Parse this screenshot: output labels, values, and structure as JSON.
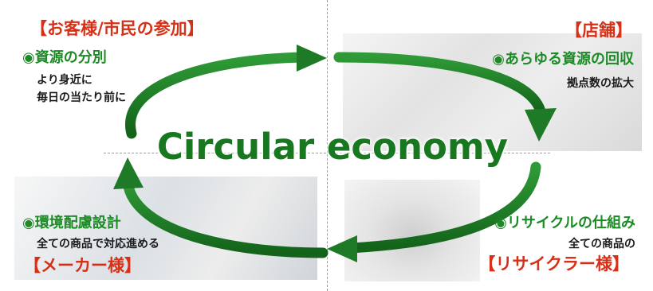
{
  "title": "Circular economy",
  "quadrants": {
    "top_left": {
      "heading": "【お客様/市民の参加】",
      "item": "資源の分別",
      "notes": [
        "より身近に",
        "毎日の当たり前に"
      ]
    },
    "top_right": {
      "heading": "【店舗】",
      "item": "あらゆる資源の回収",
      "notes": [
        "拠点数の拡大"
      ]
    },
    "bottom_left": {
      "heading": "【メーカー様】",
      "item": "環境配慮設計",
      "notes": [
        "全ての商品で対応進める"
      ]
    },
    "bottom_right": {
      "heading": "【リサイクラー様】",
      "item": "リサイクルの仕組み",
      "notes": [
        "全ての商品の"
      ]
    }
  },
  "bullet_symbol": "◉",
  "colors": {
    "heading": "#d63017",
    "item": "#1c8a25",
    "arrow": "#1e7a26",
    "title": "#17781f"
  }
}
